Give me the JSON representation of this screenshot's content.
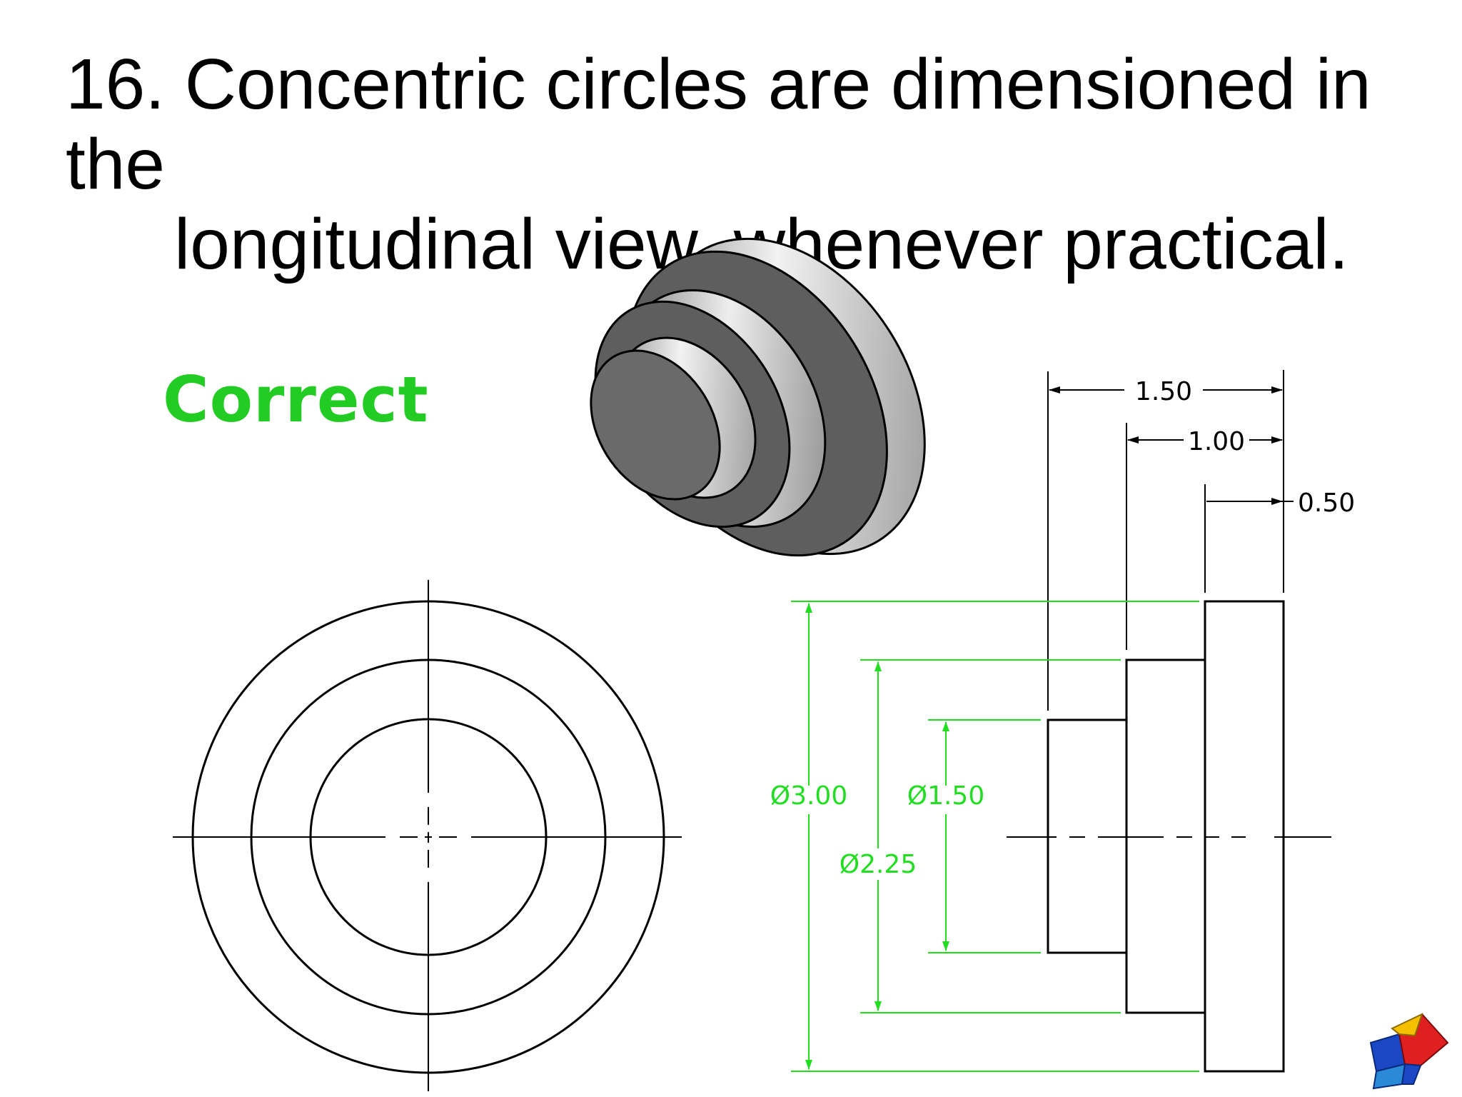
{
  "slide": {
    "title_line1": "16. Concentric circles are dimensioned in the",
    "title_line2": "longitudinal view, whenever practical.",
    "status_label": "Correct"
  },
  "dimensions": {
    "length_1": "1.50",
    "length_2": "1.00",
    "length_3": "0.50",
    "diameter_1": "Ø3.00",
    "diameter_2": "Ø2.25",
    "diameter_3": "Ø1.50"
  },
  "colors": {
    "dimension_green": "#22dd22",
    "line_black": "#000000",
    "label_green": "#22cc22"
  },
  "icons": [
    "logo-icon"
  ]
}
